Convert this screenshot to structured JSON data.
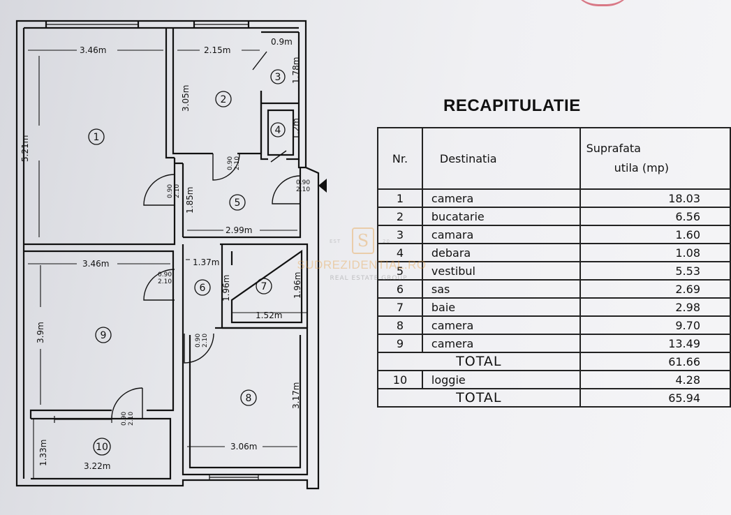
{
  "plan": {
    "dims": {
      "r1_width": "3.46m",
      "r1_height": "5.21m",
      "r2_width": "2.15m",
      "r2_height": "3.05m",
      "r3_width": "0.9m",
      "r3_height": "1.78m",
      "r4_height": "1.2m",
      "r5_width": "2.99m",
      "r5_height": "1.85m",
      "r6_width": "1.37m",
      "r6_height": "1.96m",
      "r7_width": "1.52m",
      "r7_height": "1.96m",
      "r9_width": "3.46m",
      "r9_height": "3.9m",
      "r8_width": "3.06m",
      "r8_height": "3.17m",
      "r10_width": "3.22m",
      "r10_height": "1.33m"
    },
    "door_label": {
      "width": "0.90",
      "height": "2.10"
    },
    "room_numbers": [
      "1",
      "2",
      "3",
      "4",
      "5",
      "6",
      "7",
      "8",
      "9",
      "10"
    ]
  },
  "recap": {
    "title": "RECAPITULATIE",
    "headers": {
      "nr": "Nr.",
      "destination": "Destinatia",
      "area_line1": "Suprafata",
      "area_line2": "utila (mp)"
    },
    "rows": [
      {
        "nr": "1",
        "name": "camera",
        "area": "18.03"
      },
      {
        "nr": "2",
        "name": "bucatarie",
        "area": "6.56"
      },
      {
        "nr": "3",
        "name": "camara",
        "area": "1.60"
      },
      {
        "nr": "4",
        "name": "debara",
        "area": "1.08"
      },
      {
        "nr": "5",
        "name": "vestibul",
        "area": "5.53"
      },
      {
        "nr": "6",
        "name": "sas",
        "area": "2.69"
      },
      {
        "nr": "7",
        "name": "baie",
        "area": "2.98"
      },
      {
        "nr": "8",
        "name": "camera",
        "area": "9.70"
      },
      {
        "nr": "9",
        "name": "camera",
        "area": "13.49"
      }
    ],
    "total1": {
      "label": "TOTAL",
      "value": "61.66"
    },
    "loggia": {
      "nr": "10",
      "name": "loggie",
      "area": "4.28"
    },
    "total2": {
      "label": "TOTAL",
      "value": "65.94"
    }
  },
  "watermark": {
    "est": "EST",
    "year": "20",
    "logo_letter": "S",
    "name": "SUDREZIDENTIAL.RO",
    "tagline": "REAL ESTATE GROUP"
  },
  "colors": {
    "ink": "#111111",
    "watermark": "#e79c3a",
    "stamp": "#d35a6a"
  }
}
